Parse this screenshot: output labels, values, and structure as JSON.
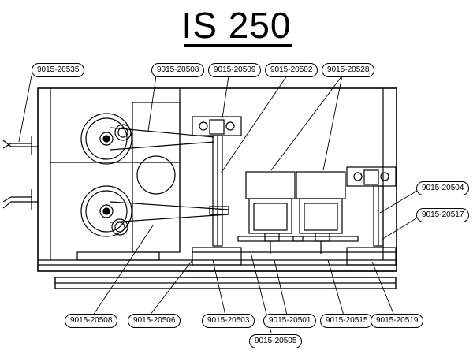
{
  "title": "IS 250",
  "callouts": {
    "c_20535": "9015-20535",
    "c_20508_top": "9015-20508",
    "c_20509": "9015-20509",
    "c_20502": "9015-20502",
    "c_20528": "9015-20528",
    "c_20504": "9015-20504",
    "c_20517": "9015-20517",
    "c_20508_bottom": "9015-20508",
    "c_20506": "9015-20506",
    "c_20503": "9015-20503",
    "c_20501": "9015-20501",
    "c_20515": "9015-20515",
    "c_20519": "9015-20519",
    "c_20505": "9015-20505"
  }
}
